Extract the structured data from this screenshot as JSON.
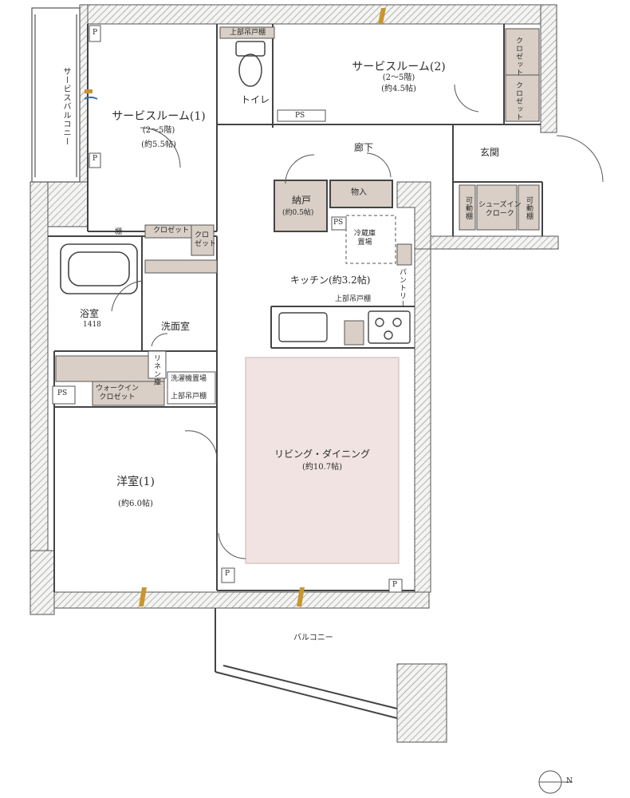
{
  "rooms": {
    "service_room_1": {
      "name": "サービスルーム(1)",
      "floors": "(2〜5階)",
      "size": "(約5.5帖)"
    },
    "service_room_2": {
      "name": "サービスルーム(2)",
      "floors": "(2〜5階)",
      "size": "(約4.5帖)"
    },
    "western_room_1": {
      "name": "洋室(1)",
      "size": "(約6.0帖)"
    },
    "living_dining": {
      "name": "リビング・ダイニング",
      "size": "(約10.7帖)"
    },
    "kitchen": {
      "name": "キッチン(約3.2帖)"
    },
    "bathroom": {
      "name": "浴室",
      "size": "1418"
    },
    "washroom": {
      "name": "洗面室"
    },
    "toilet": {
      "name": "トイレ"
    },
    "corridor": {
      "name": "廊下"
    },
    "entrance": {
      "name": "玄関"
    },
    "storeroom": {
      "name": "納戸",
      "size": "(約0.5帖)"
    },
    "storage": {
      "name": "物入"
    },
    "balcony": {
      "name": "バルコニー"
    },
    "service_balcony": {
      "name": "サービスバルコニー"
    }
  },
  "fixtures": {
    "closet": "クロゼット",
    "closet_split": "クロ\nゼット",
    "walk_in_closet": "ウォークイン\nクロゼット",
    "shoes_in_cloak": "シューズイン\nクローク",
    "movable_shelf": "可動棚",
    "upper_cabinet": "上部吊戸棚",
    "fridge": "冷蔵庫\n置場",
    "pantry": "パントリー",
    "washer": "洗濯機置場",
    "linen": "リネン庫",
    "shelf": "棚",
    "ps": "PS",
    "p": "P"
  },
  "compass": {
    "label": "N"
  }
}
